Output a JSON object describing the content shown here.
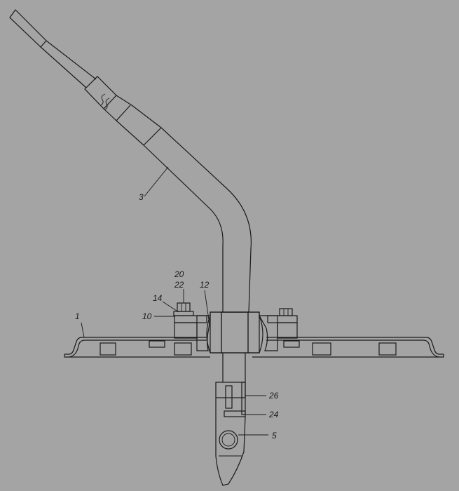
{
  "diagram": {
    "labels": [
      {
        "id": "lever",
        "text": "3"
      },
      {
        "id": "plate",
        "text": "1"
      },
      {
        "id": "nut",
        "text": "20"
      },
      {
        "id": "washer",
        "text": "22"
      },
      {
        "id": "ball",
        "text": "12"
      },
      {
        "id": "cap",
        "text": "14"
      },
      {
        "id": "housing",
        "text": "10"
      },
      {
        "id": "pin",
        "text": "26"
      },
      {
        "id": "bushing",
        "text": "24"
      },
      {
        "id": "tip",
        "text": "5"
      }
    ],
    "colors": {
      "background": "#a4a4a4",
      "ink": "#1a1a1a",
      "fill": "#a4a4a4"
    }
  }
}
